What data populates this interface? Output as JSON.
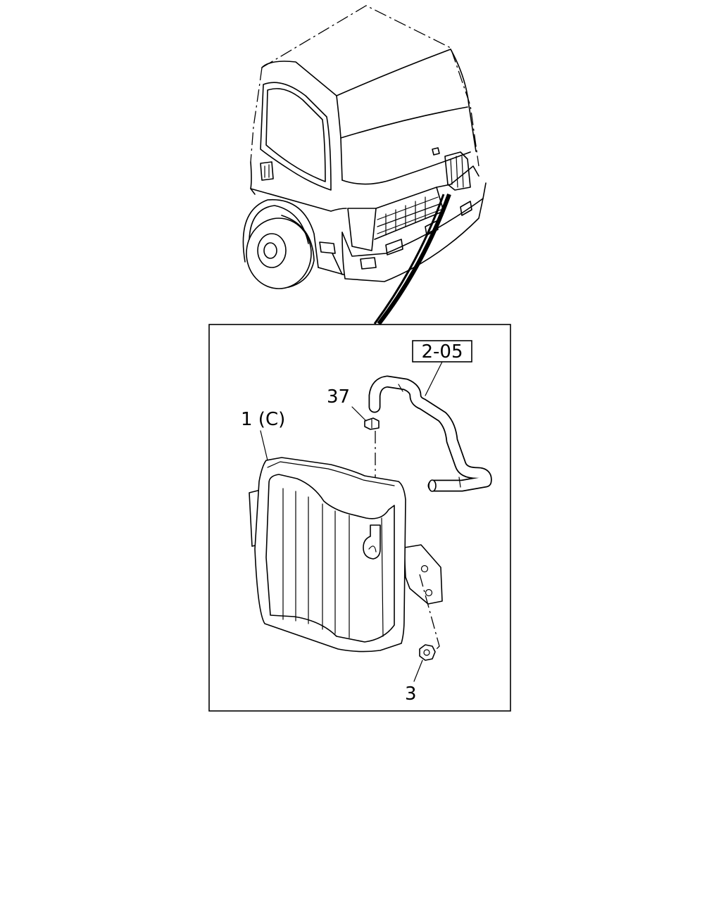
{
  "labels": {
    "ref_box": "2-05",
    "part_hose_clip": "37",
    "part_tank": "1 (C)",
    "part_nut": "3"
  }
}
